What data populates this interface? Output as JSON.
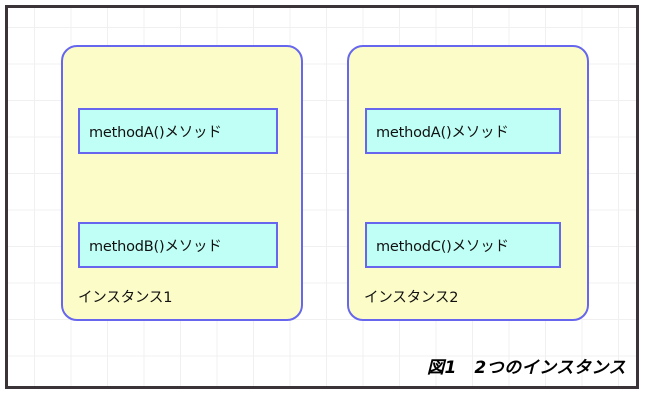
{
  "figure": {
    "caption": "図1　2つのインスタンス",
    "background": "#ffffff",
    "frame_color": "#3a3438",
    "grid_color": "#f0f0f0",
    "card_fill": "#fcfcc8",
    "card_border": "#6666ee",
    "method_fill": "#c0fff5",
    "method_border": "#6666ee"
  },
  "instances": [
    {
      "label": "インスタンス1",
      "methods": [
        {
          "label": "methodA()メソッド"
        },
        {
          "label": "methodB()メソッド"
        }
      ]
    },
    {
      "label": "インスタンス2",
      "methods": [
        {
          "label": "methodA()メソッド"
        },
        {
          "label": "methodC()メソッド"
        }
      ]
    }
  ]
}
